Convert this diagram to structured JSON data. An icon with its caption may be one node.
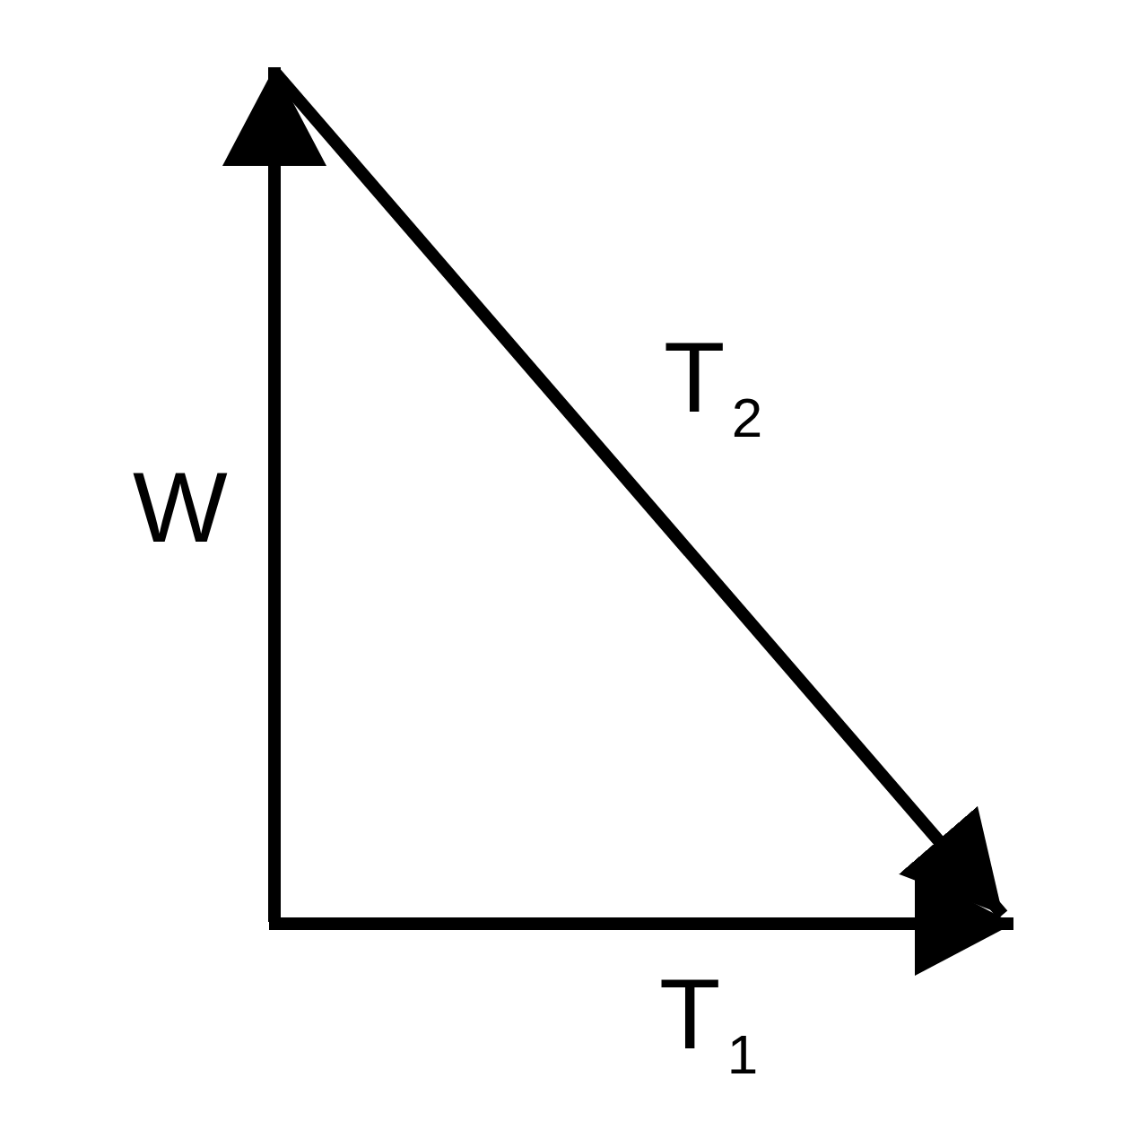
{
  "diagram": {
    "labels": [
      "W",
      "T$_{2}$",
      "T$_{1}$"
    ]
  }
}
